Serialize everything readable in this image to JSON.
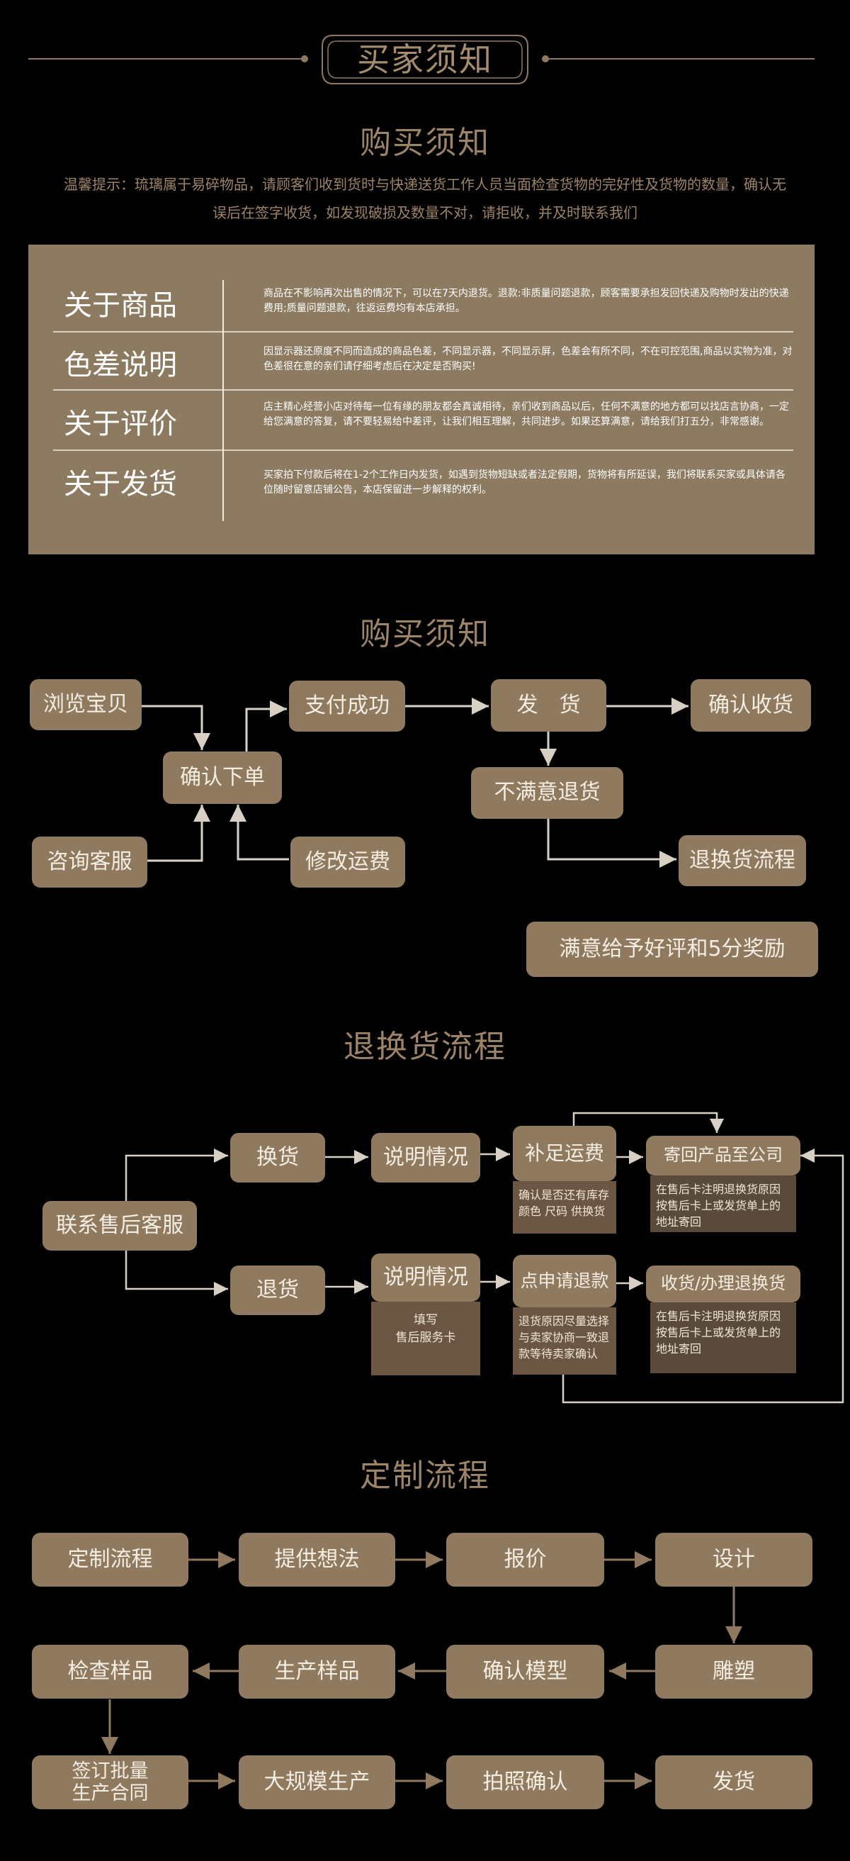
{
  "header": {
    "badge_title": "买家须知"
  },
  "sections": {
    "notice_title": "购买须知",
    "notice_text_line1": "温馨提示：琉璃属于易碎物品，请顾客们收到货时与快递送货工作人员当面检查货物的完好性及货物的数量，确认无",
    "notice_text_line2": "误后在签字收货，如发现破损及数量不对，请拒收，并及时联系我们",
    "about_rows": [
      {
        "label": "关于商品",
        "text": "商品在不影响再次出售的情况下，可以在7天内退货。退款:非质量问题退款，顾客需要承担发回快递及购物时发出的快递费用;质量问题退款，往返运费均有本店承担。"
      },
      {
        "label": "色差说明",
        "text": "因显示器还原度不同而造成的商品色差，不同显示器，不同显示屏，色差会有所不同，不在可控范围,商品以实物为准，对色差很在意的亲们请仔细考虑后在决定是否购买!"
      },
      {
        "label": "关于评价",
        "text": "店主精心经营小店对待每一位有缘的朋友都会真诚相待，亲们收到商品以后，任何不满意的地方都可以找店言协商，一定给您满意的答复，请不要轻易给中差评，让我们相互理解，共同进步。如果还算满意，请给我们打五分，非常感谢。"
      },
      {
        "label": "关于发货",
        "text": "买家拍下付款后将在1-2个工作日内发货，如遇到货物短缺或者法定假期，货物将有所延误，我们将联系买家或具体请各位随时留意店铺公告，本店保留进一步解释的权利。"
      }
    ],
    "purchase_title": "购买须知",
    "purchase_flow": {
      "browse": "浏览宝贝",
      "consult": "咨询客服",
      "confirm_order": "确认下单",
      "pay_success": "支付成功",
      "modify_freight": "修改运费",
      "ship": "发　货",
      "confirm_receipt": "确认收货",
      "unsatisfied_return": "不满意退货",
      "return_process": "退换货流程",
      "satisfied_review": "满意给予好评和5分奖励"
    },
    "return_title": "退换货流程",
    "return_flow": {
      "contact_service": "联系售后客服",
      "exchange": "换货",
      "refund": "退货",
      "explain1": "说明情况",
      "explain2": "说明情况",
      "fill_card": "填写\n售后服务卡",
      "pay_freight": "补足运费",
      "pay_freight_note": "确认是否还有库存颜色 尺码 供换货",
      "apply_refund": "点申请退款",
      "apply_refund_note": "退货原因尽量选择与卖家协商一致退款等待卖家确认",
      "send_back": "寄回产品至公司",
      "send_back_note": "在售后卡注明退换货原因按售后卡上或发货单上的地址寄回",
      "receive_process": "收货/办理退换货",
      "receive_process_note": "在售后卡注明退换货原因按售后卡上或发货单上的地址寄回"
    },
    "custom_title": "定制流程",
    "custom_flow": {
      "row1": [
        "定制流程",
        "提供想法",
        "报价",
        "设计"
      ],
      "row2": [
        "检查样品",
        "生产样品",
        "确认模型",
        "雕塑"
      ],
      "row3": [
        "签订批量\n生产合同",
        "大规模生产",
        "拍照确认",
        "发货"
      ]
    }
  },
  "colors": {
    "accent": "#8f7a60",
    "title": "#9c8468",
    "bg": "#000000"
  }
}
